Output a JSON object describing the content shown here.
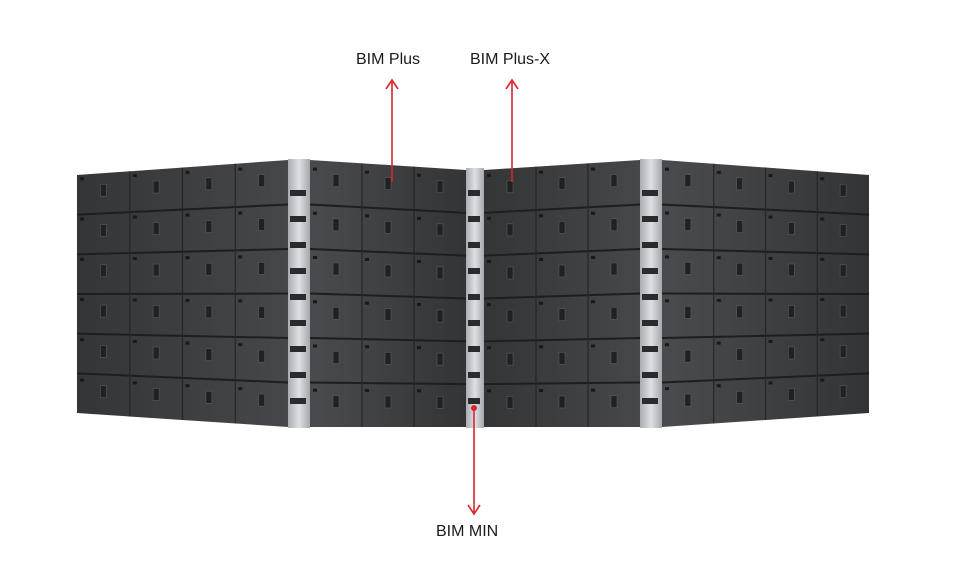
{
  "callouts": {
    "bim_plus": "BIM Plus",
    "bim_plus_x": "BIM Plus-X",
    "bim_min": "BIM MIN"
  },
  "colors": {
    "panel": "#3c3d3f",
    "panel_dark": "#2b2c2e",
    "seam": "#1d1e20",
    "connector": "#c4c7cb",
    "arrow": "#d9252a",
    "text": "#1a1a1a"
  },
  "wall": {
    "rows": 6,
    "sections": 4
  }
}
